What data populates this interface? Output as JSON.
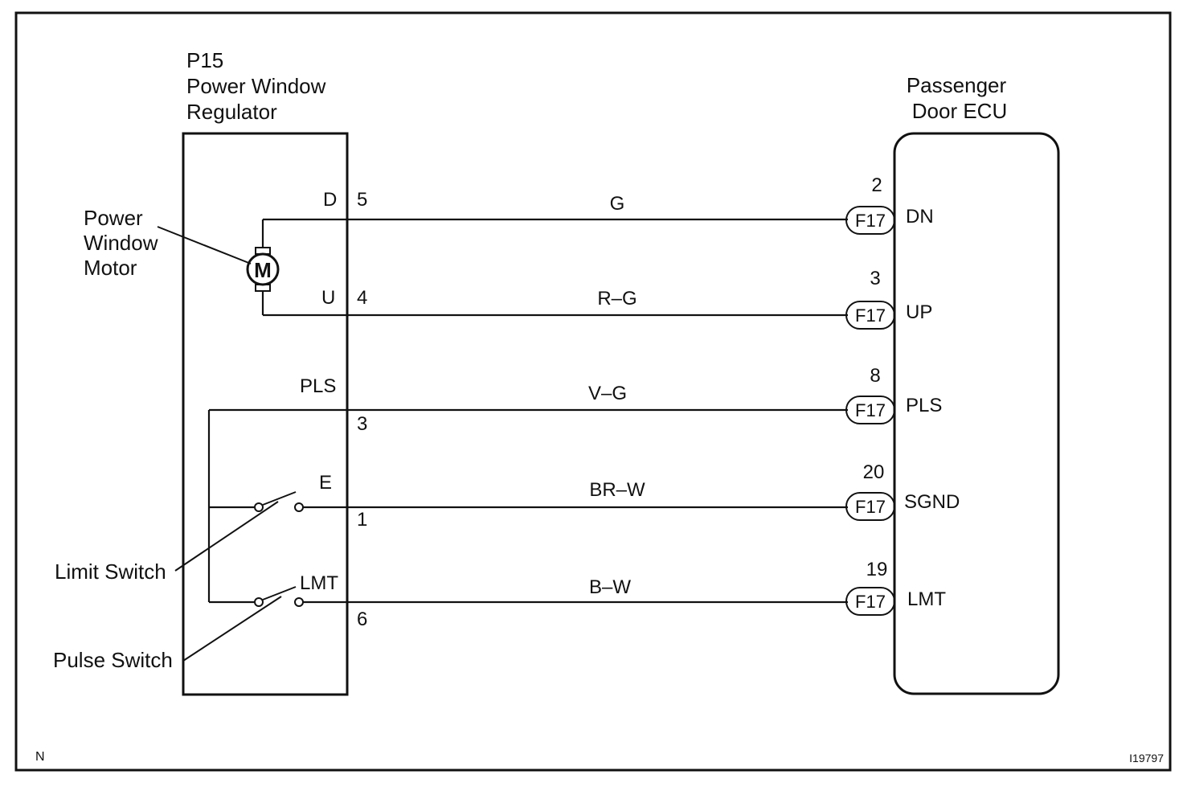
{
  "regulator": {
    "code": "P15",
    "name_line1": "Power Window",
    "name_line2": "Regulator"
  },
  "ecu": {
    "name_line1": "Passenger",
    "name_line2": "Door ECU"
  },
  "components": {
    "motor_line1": "Power",
    "motor_line2": "Window",
    "motor_line3": "Motor",
    "motor_symbol": "M",
    "limit_switch": "Limit Switch",
    "pulse_switch": "Pulse Switch"
  },
  "wires": [
    {
      "reg_terminal": "D",
      "reg_pin": "5",
      "color": "G",
      "ecu_pin": "2",
      "connector": "F17",
      "ecu_terminal": "DN"
    },
    {
      "reg_terminal": "U",
      "reg_pin": "4",
      "color": "R–G",
      "ecu_pin": "3",
      "connector": "F17",
      "ecu_terminal": "UP"
    },
    {
      "reg_terminal": "PLS",
      "reg_pin": "3",
      "color": "V–G",
      "ecu_pin": "8",
      "connector": "F17",
      "ecu_terminal": "PLS"
    },
    {
      "reg_terminal": "E",
      "reg_pin": "1",
      "color": "BR–W",
      "ecu_pin": "20",
      "connector": "F17",
      "ecu_terminal": "SGND"
    },
    {
      "reg_terminal": "LMT",
      "reg_pin": "6",
      "color": "B–W",
      "ecu_pin": "19",
      "connector": "F17",
      "ecu_terminal": "LMT"
    }
  ],
  "footer": {
    "left_mark": "N",
    "figure_id": "I19797"
  }
}
